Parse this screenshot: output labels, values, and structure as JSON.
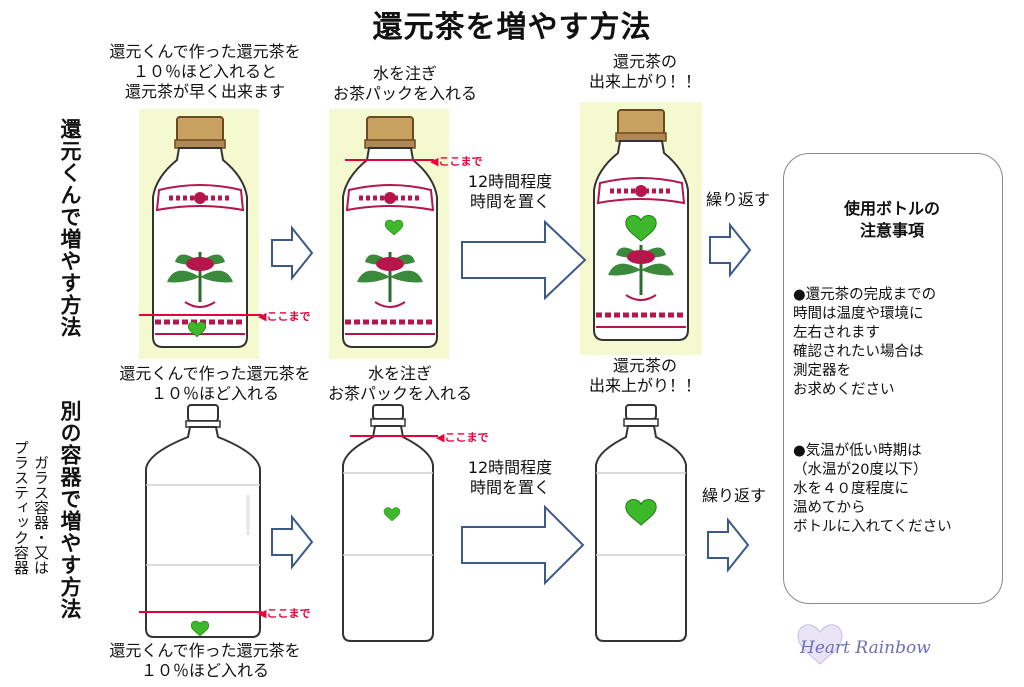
{
  "title": "還元茶を増やす方法",
  "row1": {
    "side_label": "還元くんで増やす方法",
    "step1_caption": [
      "還元くんで作った還元茶を",
      "１０％ほど入れると",
      "還元茶が早く出来ます"
    ],
    "step2_caption": [
      "水を注ぎ",
      "お茶パックを入れる"
    ],
    "wait_caption": [
      "12時間程度",
      "時間を置く"
    ],
    "step3_caption": [
      "還元茶の",
      "出来上がり！！"
    ],
    "repeat": "繰り返す"
  },
  "row2": {
    "side_label": "別の容器で増やす方法",
    "side_sub": [
      "ガラス容器・又は",
      "プラスティック容器"
    ],
    "step1_caption_top": [
      "還元くんで作った還元茶を",
      "１０％ほど入れる"
    ],
    "step1_caption_bottom": [
      "還元くんで作った還元茶を",
      "１０％ほど入れる"
    ],
    "step2_caption": [
      "水を注ぎ",
      "お茶パックを入れる"
    ],
    "wait_caption": [
      "12時間程度",
      "時間を置く"
    ],
    "step3_caption": [
      "還元茶の",
      "出来上がり！！"
    ],
    "repeat": "繰り返す"
  },
  "fill_marker": "◀ここまで",
  "notes": {
    "title": [
      "使用ボトルの",
      "注意事項"
    ],
    "note1": [
      "●還元茶の完成までの",
      "時間は温度や環境に",
      "左右されます",
      "確認されたい場合は",
      "測定器を",
      "お求めください"
    ],
    "note2": [
      "●気温が低い時期は",
      "（水温が20度以下）",
      "水を４０度程度に",
      "温めてから",
      "ボトルに入れてください"
    ]
  },
  "logo": "Heart Rainbow",
  "colors": {
    "marker_red": "#e8003c",
    "heart_green": "#3cb82a",
    "bg_yellow": "#f4f9cf",
    "cap_brown": "#c8a060",
    "pattern_red": "#b5174a"
  }
}
